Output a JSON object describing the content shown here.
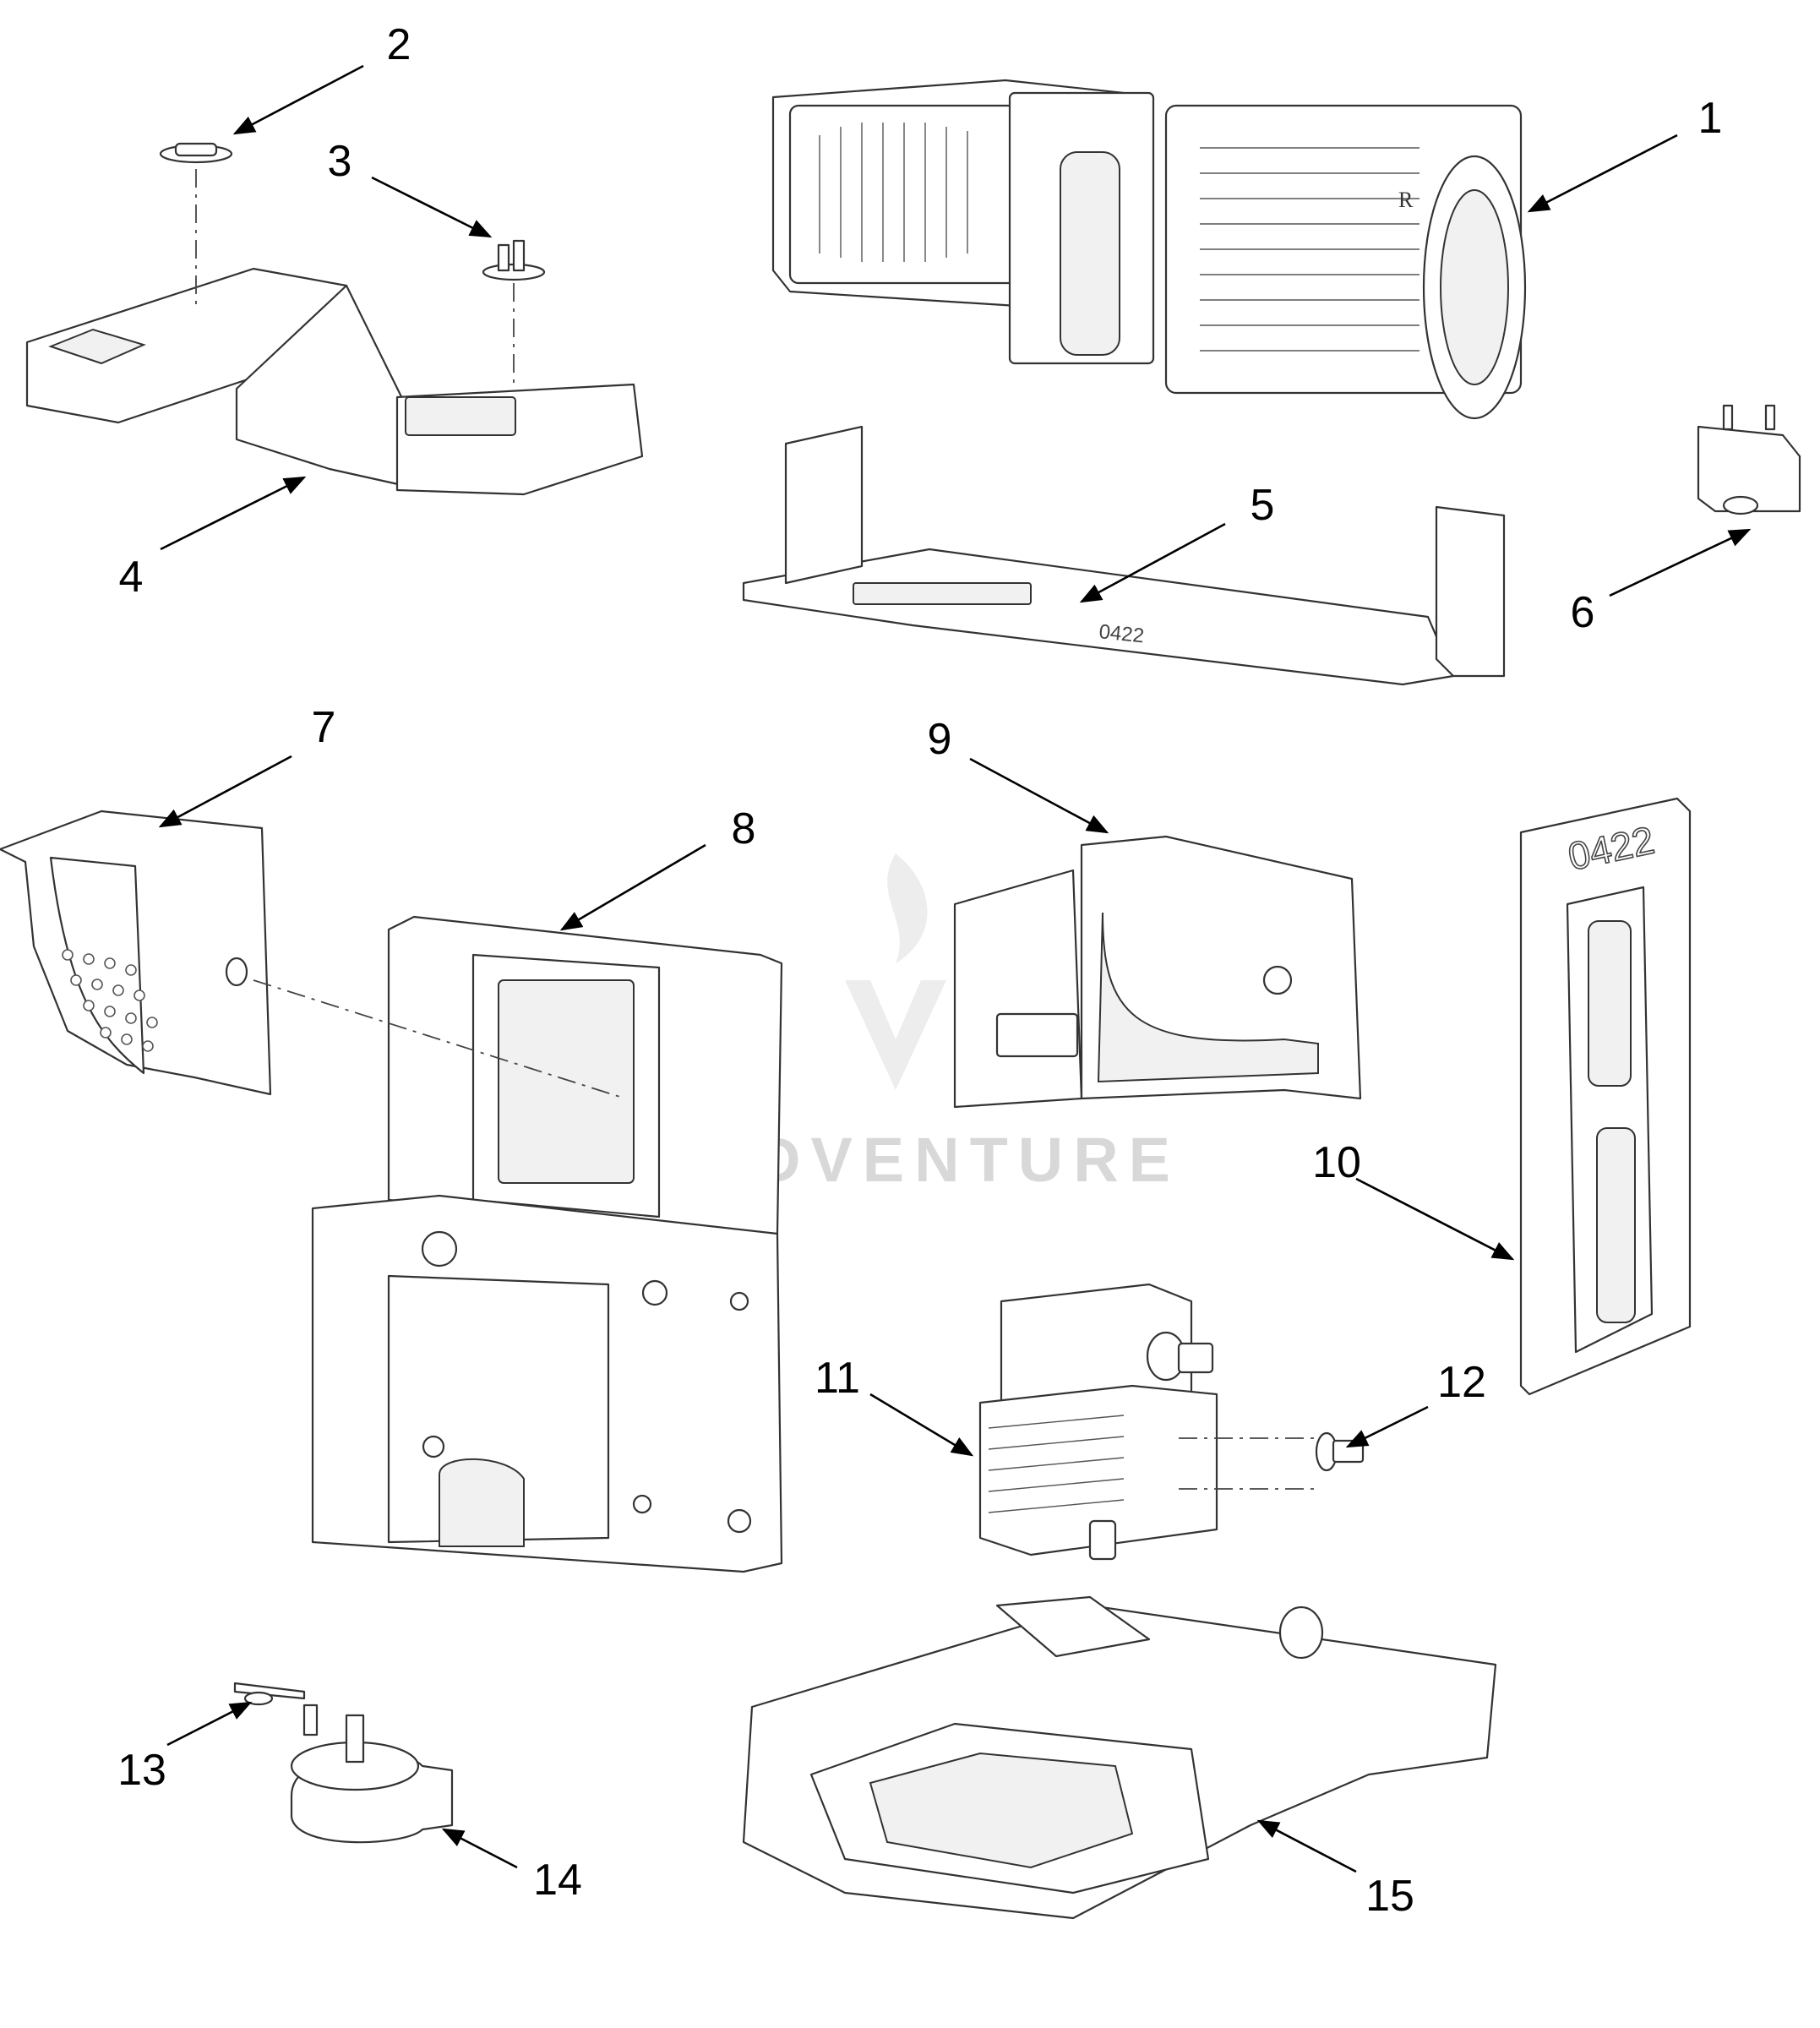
{
  "diagram": {
    "watermark": "LEADVENTURE",
    "callouts": [
      {
        "number": "1"
      },
      {
        "number": "2"
      },
      {
        "number": "3"
      },
      {
        "number": "4"
      },
      {
        "number": "5"
      },
      {
        "number": "6"
      },
      {
        "number": "7"
      },
      {
        "number": "8"
      },
      {
        "number": "9"
      },
      {
        "number": "10"
      },
      {
        "number": "11"
      },
      {
        "number": "12"
      },
      {
        "number": "13"
      },
      {
        "number": "14"
      },
      {
        "number": "15"
      }
    ],
    "part_markings": {
      "bracket_stamp": "0422",
      "motor_mark": "R"
    },
    "colors": {
      "line": "#333333",
      "background": "#ffffff",
      "watermark": "#d8d8d8"
    }
  }
}
